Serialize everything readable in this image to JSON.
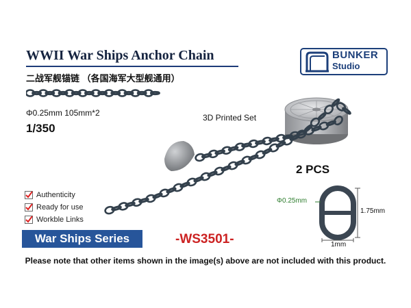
{
  "title": "WWII War Ships Anchor Chain",
  "subtitle_cn": "二战军舰锚链 （各国海军大型舰通用）",
  "brand": {
    "line1": "BUNKER",
    "line2": "Studio",
    "color": "#1c3f7a"
  },
  "spec": "Φ0.25mm 105mm*2",
  "scale": "1/350",
  "printed_label": "3D Printed Set",
  "pcs": "2 PCS",
  "features": [
    "Authenticity",
    "Ready for use",
    "Workble Links"
  ],
  "series_label": "War Ships Series",
  "product_code": "-WS3501-",
  "note": "Please note that other items shown in the image(s) above are not included with this product.",
  "dimensions": {
    "diameter": "Φ0.25mm",
    "height": "1.75mm",
    "width": "1mm"
  },
  "colors": {
    "accent": "#27559a",
    "code": "#cc2222",
    "title": "#15233f",
    "chain": "#33404c"
  }
}
